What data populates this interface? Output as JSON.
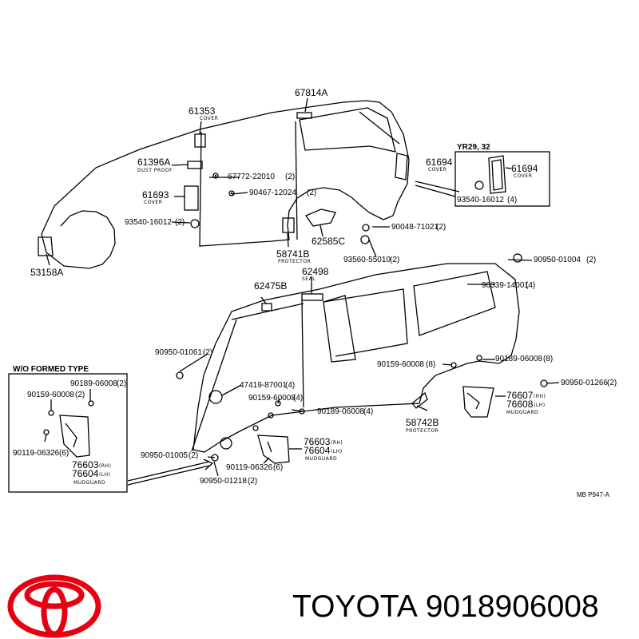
{
  "diagram_labels": {
    "p67814A": "67814A",
    "p61353": "61353",
    "p61353_sub": "COVER",
    "p61396A": "61396A",
    "p61396A_sub": "DUST PROOF",
    "p677722": "67772-22010",
    "p67772_q": "(2)",
    "p90467": "90467-12024",
    "p90467_q": "(2)",
    "p61693": "61693",
    "p61693_sub": "COVER",
    "p93540a": "93540-16012",
    "p93540a_q": "(2)",
    "p53158A": "53158A",
    "p58741B": "58741B",
    "p58741B_sub": "PROTECTOR",
    "p62585C": "62585C",
    "p90048": "90048-71021",
    "p90048_q": "(2)",
    "p93560": "93560-55010",
    "p93560_q": "(2)",
    "p61694a": "61694",
    "p61694a_sub": "COVER",
    "yr_title": "YR29, 32",
    "p61694b": "61694",
    "p61694b_sub": "COVER",
    "p93540b": "93540-16012",
    "p93540b_q": "(4)",
    "p90950_01004": "90950-01004",
    "p90950_01004_q": "(2)",
    "p62475B": "62475B",
    "p62498": "62498",
    "p62498_sub": "SEAL",
    "p90339": "90339-14001",
    "p90339_q": "(4)",
    "p90950_01061": "90950-01061",
    "p90950_01061_q": "(2)",
    "p47419": "47419-87001",
    "p47419_q": "(4)",
    "p90159_mid": "90159-60008",
    "p90159_mid_q": "(4)",
    "p90189_mid": "90189-06008",
    "p90189_mid_q": "(4)",
    "p90159_r": "90159-60008",
    "p90159_r_q": "(8)",
    "p90189_r": "90189-06008",
    "p90189_r_q": "(8)",
    "p90950_01266": "90950-01266",
    "p90950_01266_q": "(2)",
    "p76607": "76607",
    "p76607_side": "(RH)",
    "p76608": "76608",
    "p76608_side": "(LH)",
    "mudguard_r": "MUDGUARD",
    "p58742B": "58742B",
    "p58742B_sub": "PROTECTOR",
    "p76603_m": "76603",
    "p76603_m_side": "(RH)",
    "p76604_m": "76604",
    "p76604_m_side": "(LH)",
    "mudguard_m": "MUDGUARD",
    "p90119_m": "90119-06326",
    "p90119_m_q": "(6)",
    "p90950_01005": "90950-01005",
    "p90950_01005_q": "(2)",
    "p90950_01218": "90950-01218",
    "p90950_01218_q": "(2)",
    "wo_title": "W/O FORMED  TYPE",
    "p90189_box": "90189-06008",
    "p90189_box_q": "(2)",
    "p90159_box": "90159-60008",
    "p90159_box_q": "(2)",
    "p90119_box": "90119-06326",
    "p90119_box_q": "(6)",
    "p76603_box": "76603",
    "p76603_box_side": "(RH)",
    "p76604_box": "76604",
    "p76604_box_side": "(LH)",
    "mudguard_box": "MUDGUARD",
    "page_ref": "MB  P947-A"
  },
  "brand": {
    "name": "TOYOTA",
    "part_number": "9018906008",
    "logo_color": "#e60012"
  }
}
